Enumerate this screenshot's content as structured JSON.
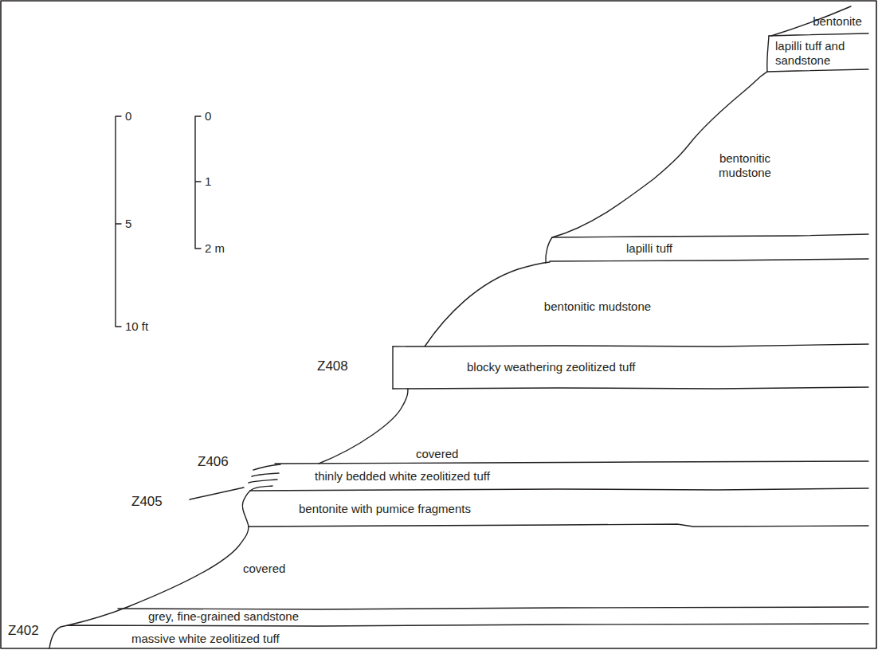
{
  "diagram": {
    "labels": [
      "bentonite",
      "lapilli tuff and sandstone",
      "bentonitic mudstone",
      "lapilli tuff",
      "bentonitic mudstone",
      "blocky weathering zeolitized tuff",
      "covered",
      "thinly bedded white zeolitized tuff",
      "bentonite with pumice fragments",
      "covered",
      "grey, fine-grained sandstone",
      "massive white zeolitized tuff",
      "Z402",
      "Z405",
      "Z406",
      "Z408",
      "0",
      "5",
      "10 ft",
      "0",
      "1",
      "2 m"
    ]
  }
}
